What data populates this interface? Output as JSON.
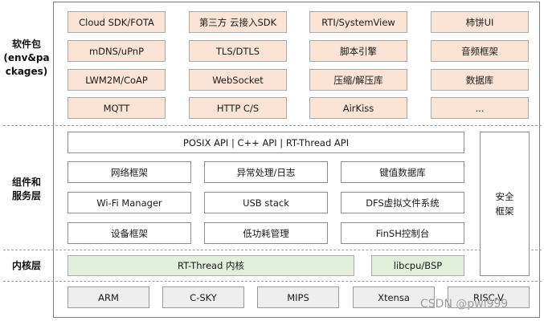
{
  "layers": {
    "packages": "软件包\n(env&pa\nckages)",
    "services": "组件和\n服务层",
    "kernel": "内核层"
  },
  "packages": [
    "Cloud SDK/FOTA",
    "第三方 云接入SDK",
    "RTI/SystemView",
    "柿饼UI",
    "mDNS/uPnP",
    "TLS/DTLS",
    "脚本引擎",
    "音频框架",
    "LWM2M/CoAP",
    "WebSocket",
    "压缩/解压库",
    "数据库",
    "MQTT",
    "HTTP C/S",
    "AirKiss",
    "..."
  ],
  "api_bar": "POSIX API  |  C++ API  |  RT-Thread API",
  "services": [
    "网络框架",
    "异常处理/日志",
    "键值数据库",
    "Wi-Fi Manager",
    "USB stack",
    "DFS虚拟文件系统",
    "设备框架",
    "低功耗管理",
    "FinSH控制台"
  ],
  "security": {
    "line1": "安全",
    "line2": "框架"
  },
  "kernel": {
    "rtthread": "RT-Thread  内核",
    "libcpu": "libcpu/BSP"
  },
  "architectures": [
    "ARM",
    "C-SKY",
    "MIPS",
    "Xtensa",
    "RISC-V"
  ],
  "watermark": "CSDN @pwl999"
}
